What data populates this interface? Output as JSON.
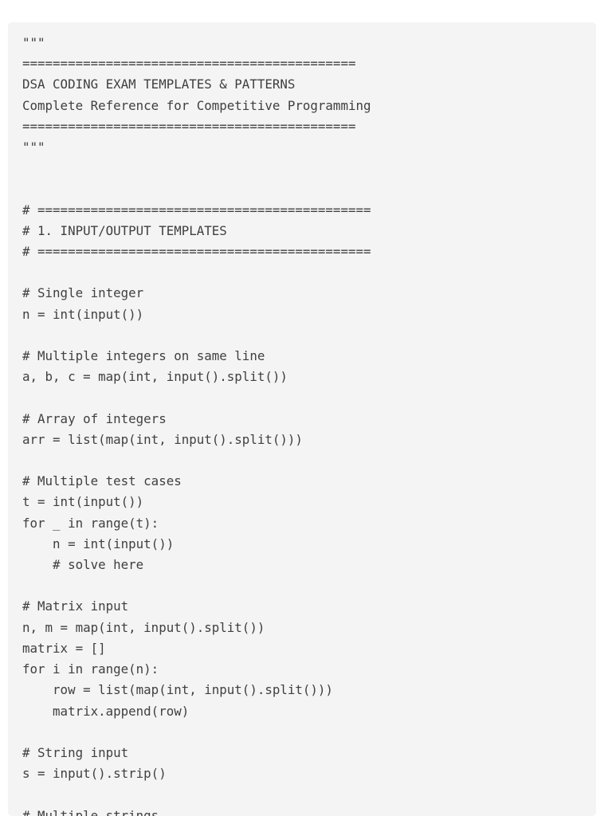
{
  "document": {
    "type": "python-source-listing",
    "title": "DSA CODING EXAM TEMPLATES & PATTERNS",
    "subtitle": "Complete Reference for Competitive Programming",
    "background_color": "#ffffff",
    "panel_color": "#f4f4f4",
    "text_color": "#3f3f3f",
    "font": "monospace",
    "page_number": "",
    "lines": [
      "\"\"\"",
      "============================================",
      "DSA CODING EXAM TEMPLATES & PATTERNS",
      "Complete Reference for Competitive Programming",
      "============================================",
      "\"\"\"",
      "",
      "",
      "# ============================================",
      "# 1. INPUT/OUTPUT TEMPLATES",
      "# ============================================",
      "",
      "# Single integer",
      "n = int(input())",
      "",
      "# Multiple integers on same line",
      "a, b, c = map(int, input().split())",
      "",
      "# Array of integers",
      "arr = list(map(int, input().split()))",
      "",
      "# Multiple test cases",
      "t = int(input())",
      "for _ in range(t):",
      "    n = int(input())",
      "    # solve here",
      "",
      "# Matrix input",
      "n, m = map(int, input().split())",
      "matrix = []",
      "for i in range(n):",
      "    row = list(map(int, input().split()))",
      "    matrix.append(row)",
      "",
      "# String input",
      "s = input().strip()",
      "",
      "# Multiple strings"
    ]
  }
}
